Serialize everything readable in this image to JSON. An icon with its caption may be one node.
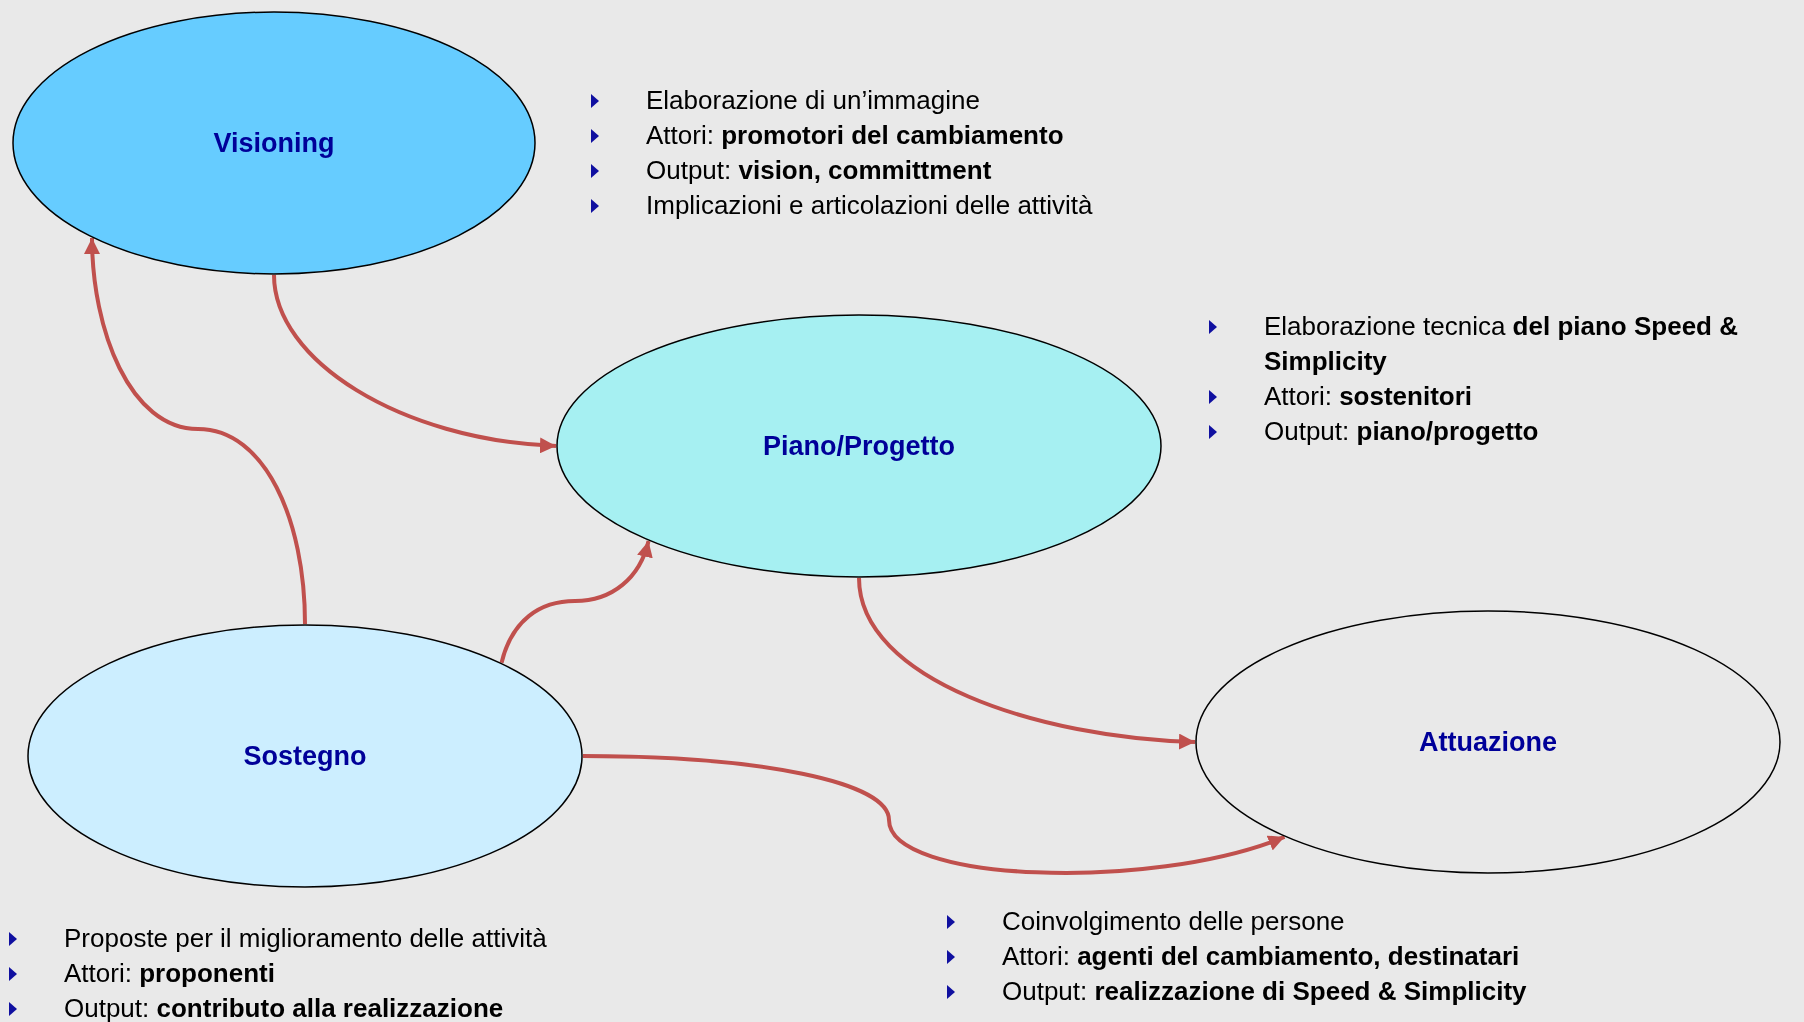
{
  "diagram": {
    "nodes": [
      {
        "text": [
          "Visioning"
        ],
        "beside": [
          "Elaborazione di un’immagine",
          "Attori: **promotori del cambiamento**",
          "Output: **vision, committment**",
          "Implicazioni e articolazioni delle attività"
        ]
      },
      {
        "text": [
          "Piano/Progetto"
        ],
        "beside": [
          "Elaborazione tecnica **del piano Speed & Simplicity**",
          "Attori: **sostenitori**",
          "Output: **piano/progetto**"
        ]
      },
      {
        "text": [
          "Sostegno"
        ],
        "beside": [
          "Proposte per il miglioramento delle attività",
          "Attori: **proponenti**",
          "Output: **contributo alla realizzazione**"
        ]
      },
      {
        "text": [
          "Attuazione"
        ],
        "beside": [
          "Coinvolgimento delle persone",
          "Attori: **agenti del cambiamento, destinatari**",
          "Output: **realizzazione di Speed & Simplicity**"
        ]
      }
    ],
    "edges": [
      {
        "from": 0,
        "to": 1,
        "arrow": "to"
      },
      {
        "from": 2,
        "to": 0,
        "arrow": "to"
      },
      {
        "from": 2,
        "to": 1,
        "arrow": "to"
      },
      {
        "from": 1,
        "to": 3,
        "arrow": "to"
      },
      {
        "from": 2,
        "to": 3,
        "arrow": "to"
      }
    ]
  }
}
